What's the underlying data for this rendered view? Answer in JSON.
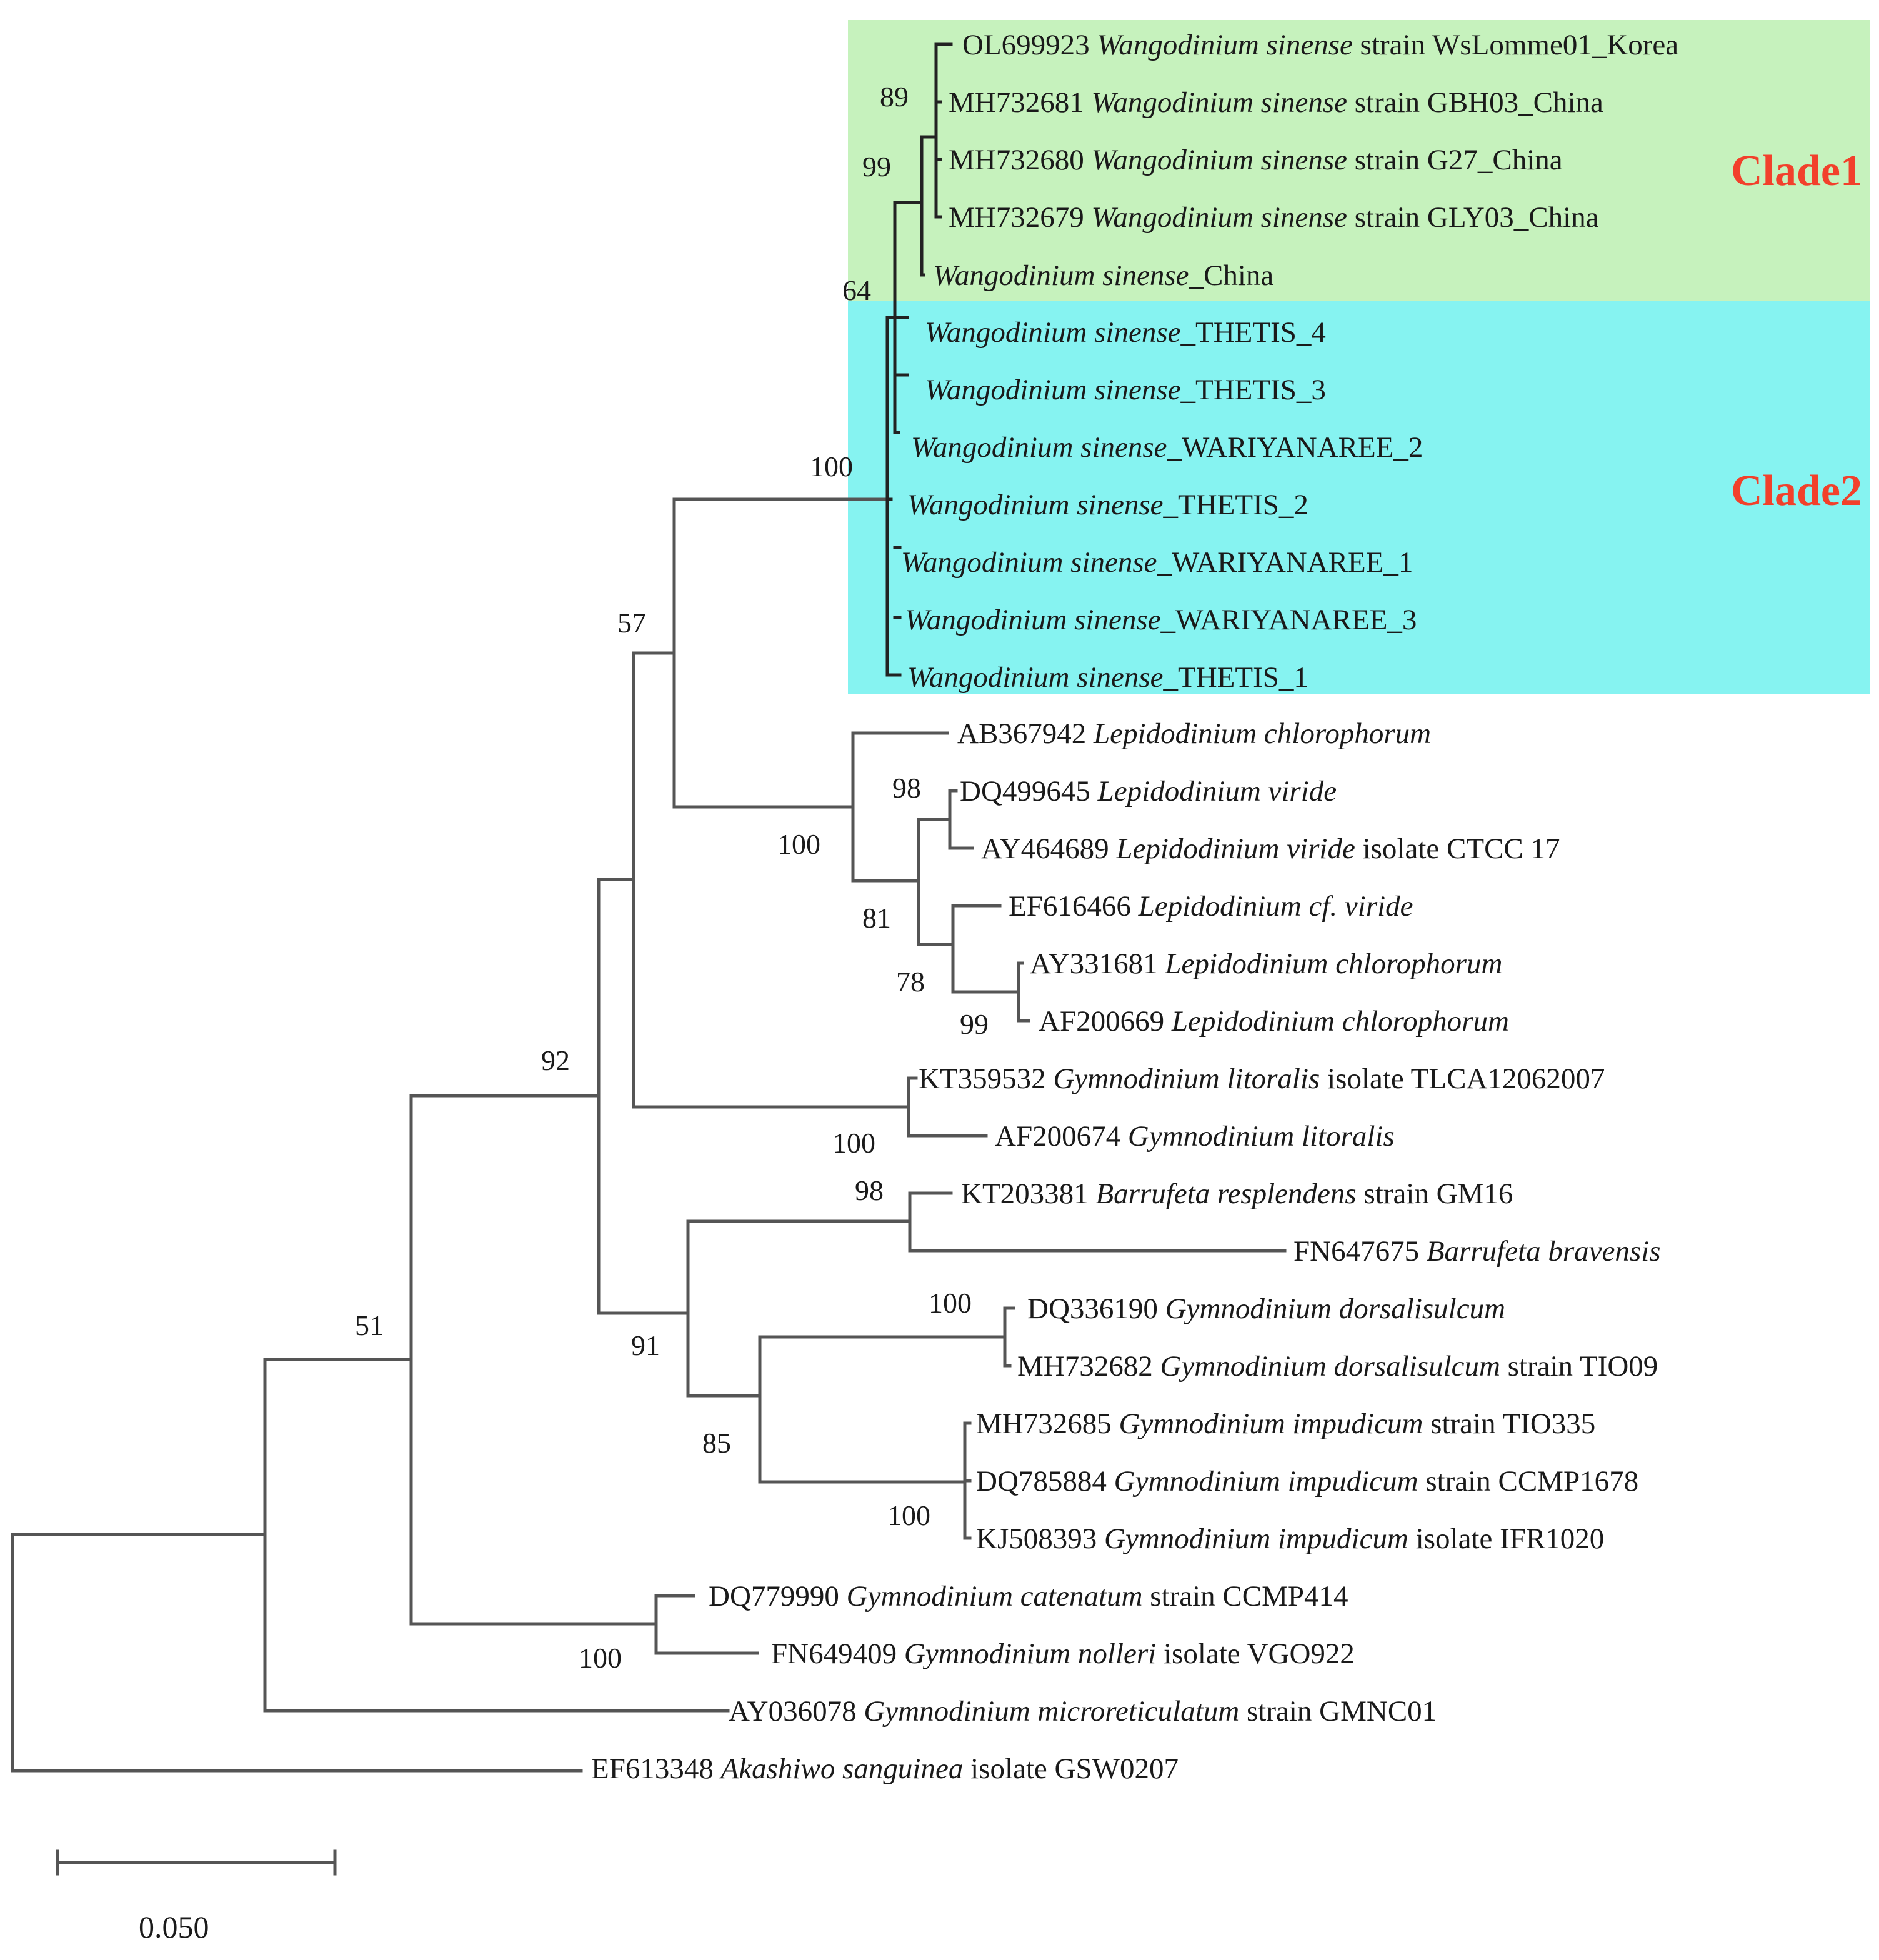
{
  "colors": {
    "clade1_bg": "#c6f2bd",
    "clade2_bg": "#86f3f1",
    "clade_label": "#f2402b",
    "branch": "#555555"
  },
  "clades": [
    {
      "id": "clade1",
      "label": "Clade1"
    },
    {
      "id": "clade2",
      "label": "Clade2"
    }
  ],
  "scale_bar": {
    "label": "0.050"
  },
  "taxa": [
    {
      "id": "t01",
      "pre": "OL699923 ",
      "sp": "Wangodinium sinense",
      "post": " strain WsLomme01_Korea"
    },
    {
      "id": "t02",
      "pre": "MH732681 ",
      "sp": "Wangodinium sinense",
      "post": " strain GBH03_China"
    },
    {
      "id": "t03",
      "pre": "MH732680 ",
      "sp": "Wangodinium sinense",
      "post": " strain G27_China"
    },
    {
      "id": "t04",
      "pre": "MH732679 ",
      "sp": "Wangodinium sinense",
      "post": " strain GLY03_China"
    },
    {
      "id": "t05",
      "pre": "",
      "sp": "Wangodinium sinense",
      "post": "_China"
    },
    {
      "id": "t06",
      "pre": "",
      "sp": "Wangodinium sinense",
      "post": "_THETIS_4"
    },
    {
      "id": "t07",
      "pre": "",
      "sp": "Wangodinium sinense",
      "post": "_THETIS_3"
    },
    {
      "id": "t08",
      "pre": "",
      "sp": "Wangodinium sinense",
      "post": "_WARIYANAREE_2"
    },
    {
      "id": "t09",
      "pre": "",
      "sp": "Wangodinium sinense",
      "post": "_THETIS_2"
    },
    {
      "id": "t10",
      "pre": "",
      "sp": "Wangodinium sinense",
      "post": "_WARIYANAREE_1"
    },
    {
      "id": "t11",
      "pre": "",
      "sp": "Wangodinium sinense",
      "post": "_WARIYANAREE_3"
    },
    {
      "id": "t12",
      "pre": "",
      "sp": "Wangodinium sinense",
      "post": "_THETIS_1"
    },
    {
      "id": "t13",
      "pre": "AB367942 ",
      "sp": "Lepidodinium chlorophorum",
      "post": ""
    },
    {
      "id": "t14",
      "pre": "DQ499645 ",
      "sp": "Lepidodinium viride",
      "post": ""
    },
    {
      "id": "t15",
      "pre": "AY464689 ",
      "sp": "Lepidodinium viride",
      "post": " isolate CTCC 17"
    },
    {
      "id": "t16",
      "pre": "EF616466 ",
      "sp": "Lepidodinium cf. viride",
      "post": ""
    },
    {
      "id": "t17",
      "pre": "AY331681 ",
      "sp": "Lepidodinium chlorophorum",
      "post": ""
    },
    {
      "id": "t18",
      "pre": "AF200669 ",
      "sp": "Lepidodinium chlorophorum",
      "post": ""
    },
    {
      "id": "t19",
      "pre": "KT359532 ",
      "sp": "Gymnodinium litoralis",
      "post": " isolate TLCA12062007"
    },
    {
      "id": "t20",
      "pre": "AF200674 ",
      "sp": "Gymnodinium litoralis",
      "post": ""
    },
    {
      "id": "t21",
      "pre": "KT203381 ",
      "sp": "Barrufeta resplendens",
      "post": " strain GM16"
    },
    {
      "id": "t22",
      "pre": "FN647675 ",
      "sp": "Barrufeta bravensis",
      "post": ""
    },
    {
      "id": "t23",
      "pre": "DQ336190 ",
      "sp": "Gymnodinium dorsalisulcum",
      "post": ""
    },
    {
      "id": "t24",
      "pre": "MH732682 ",
      "sp": "Gymnodinium dorsalisulcum",
      "post": " strain TIO09"
    },
    {
      "id": "t25",
      "pre": "MH732685 ",
      "sp": "Gymnodinium impudicum",
      "post": " strain TIO335"
    },
    {
      "id": "t26",
      "pre": "DQ785884 ",
      "sp": "Gymnodinium impudicum",
      "post": " strain CCMP1678"
    },
    {
      "id": "t27",
      "pre": "KJ508393 ",
      "sp": "Gymnodinium impudicum",
      "post": " isolate IFR1020"
    },
    {
      "id": "t28",
      "pre": "DQ779990 ",
      "sp": "Gymnodinium catenatum",
      "post": " strain CCMP414"
    },
    {
      "id": "t29",
      "pre": "FN649409 ",
      "sp": "Gymnodinium nolleri",
      "post": " isolate VGO922"
    },
    {
      "id": "t30",
      "pre": "AY036078 ",
      "sp": "Gymnodinium microreticulatum",
      "post": " strain GMNC01"
    },
    {
      "id": "t31",
      "pre": "EF613348 ",
      "sp": "Akashiwo sanguinea",
      "post": " isolate GSW0207"
    }
  ],
  "bootstrap": [
    {
      "id": "b89",
      "value": "89"
    },
    {
      "id": "b99a",
      "value": "99"
    },
    {
      "id": "b64",
      "value": "64"
    },
    {
      "id": "b100a",
      "value": "100"
    },
    {
      "id": "b57",
      "value": "57"
    },
    {
      "id": "b98a",
      "value": "98"
    },
    {
      "id": "b100b",
      "value": "100"
    },
    {
      "id": "b81",
      "value": "81"
    },
    {
      "id": "b78",
      "value": "78"
    },
    {
      "id": "b99b",
      "value": "99"
    },
    {
      "id": "b92",
      "value": "92"
    },
    {
      "id": "b100c",
      "value": "100"
    },
    {
      "id": "b98b",
      "value": "98"
    },
    {
      "id": "b100d",
      "value": "100"
    },
    {
      "id": "b91",
      "value": "91"
    },
    {
      "id": "b85",
      "value": "85"
    },
    {
      "id": "b100e",
      "value": "100"
    },
    {
      "id": "b51",
      "value": "51"
    },
    {
      "id": "b100f",
      "value": "100"
    }
  ]
}
